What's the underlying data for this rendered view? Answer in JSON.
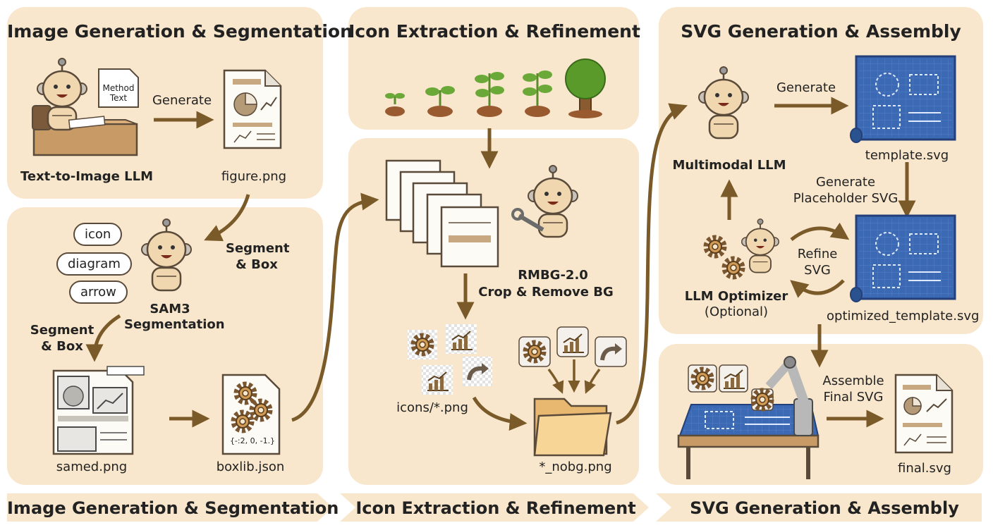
{
  "sections": {
    "s1": {
      "title": "Image Generation & Segmentation",
      "llm_label": "Text-to-Image LLM",
      "note_text": "Method Text",
      "generate": "Generate",
      "figure": "figure.png",
      "segment_box_1": "Segment & Box",
      "bubbles": [
        "icon",
        "diagram",
        "arrow"
      ],
      "sam_label": "SAM3 Segmentation",
      "segment_box_2": "Segment & Box",
      "samed": "samed.png",
      "boxlib": "boxlib.json",
      "json_snippet": "{-:2, 0, -1.}"
    },
    "s2": {
      "title": "Icon Extraction & Refinement",
      "rmbg": "RMBG-2.0",
      "crop": "Crop & Remove BG",
      "icons_png": "icons/*.png",
      "nobg": "*_nobg.png"
    },
    "s3": {
      "title": "SVG Generation & Assembly",
      "multimodal": "Multimodal LLM",
      "generate": "Generate",
      "template": "template.svg",
      "gen_placeholder": "Generate Placeholder SVG",
      "refine": "Refine SVG",
      "optimizer": "LLM Optimizer",
      "optional": "(Optional)",
      "optimized": "optimized_template.svg",
      "assemble": "Assemble Final SVG",
      "final": "final.svg"
    }
  },
  "banner": [
    "Image Generation & Segmentation",
    "Icon Extraction & Refinement",
    "SVG Generation & Assembly"
  ],
  "colors": {
    "panel": "#f8e7cc",
    "arrow": "#7a5a28",
    "blueprint": "#3b69b3",
    "robot": "#f0d7b0"
  }
}
